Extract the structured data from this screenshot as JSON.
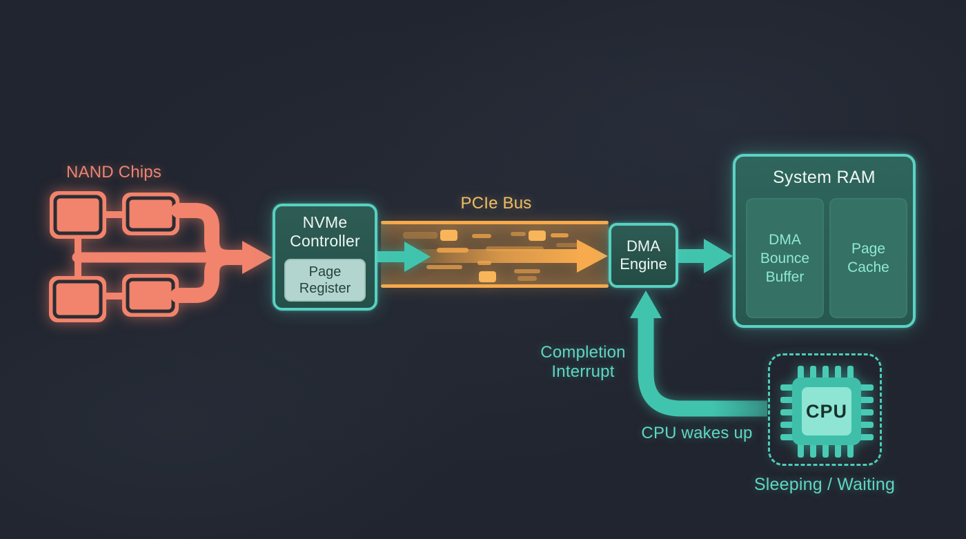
{
  "colors": {
    "background": "#21252f",
    "coral": "#f2836c",
    "teal_border": "#57d0c0",
    "teal_arrow": "#41c4ae",
    "teal_text": "#5fd6c3",
    "amber": "#f7a94b",
    "amber_label": "#efbe67",
    "node_fill": "#2a564f",
    "ram_fill": "#2c6159",
    "ram_subbox_fill": "#357165",
    "register_fill": "#b2d6cf",
    "node_text": "#eef6f3",
    "dark_text": "#28413c"
  },
  "nodes": {
    "nand": {
      "label": "NAND Chips"
    },
    "nvme": {
      "label": "NVMe Controller",
      "register_label": "Page Register"
    },
    "pcie": {
      "label": "PCIe Bus"
    },
    "dma": {
      "label": "DMA Engine"
    },
    "ram": {
      "label": "System RAM",
      "bounce_label": "DMA Bounce Buffer",
      "cache_label": "Page Cache"
    },
    "cpu": {
      "chip_label": "CPU",
      "status_label": "Sleeping / Waiting"
    }
  },
  "annotations": {
    "interrupt_label": "Completion Interrupt",
    "wake_label": "CPU wakes up"
  },
  "icons": {
    "nand_cluster": "nand-chip-cluster-icon",
    "cpu_chip": "cpu-chip-icon",
    "bus_traffic": "bus-packet-icons",
    "flow_arrows": "arrow-icon"
  }
}
